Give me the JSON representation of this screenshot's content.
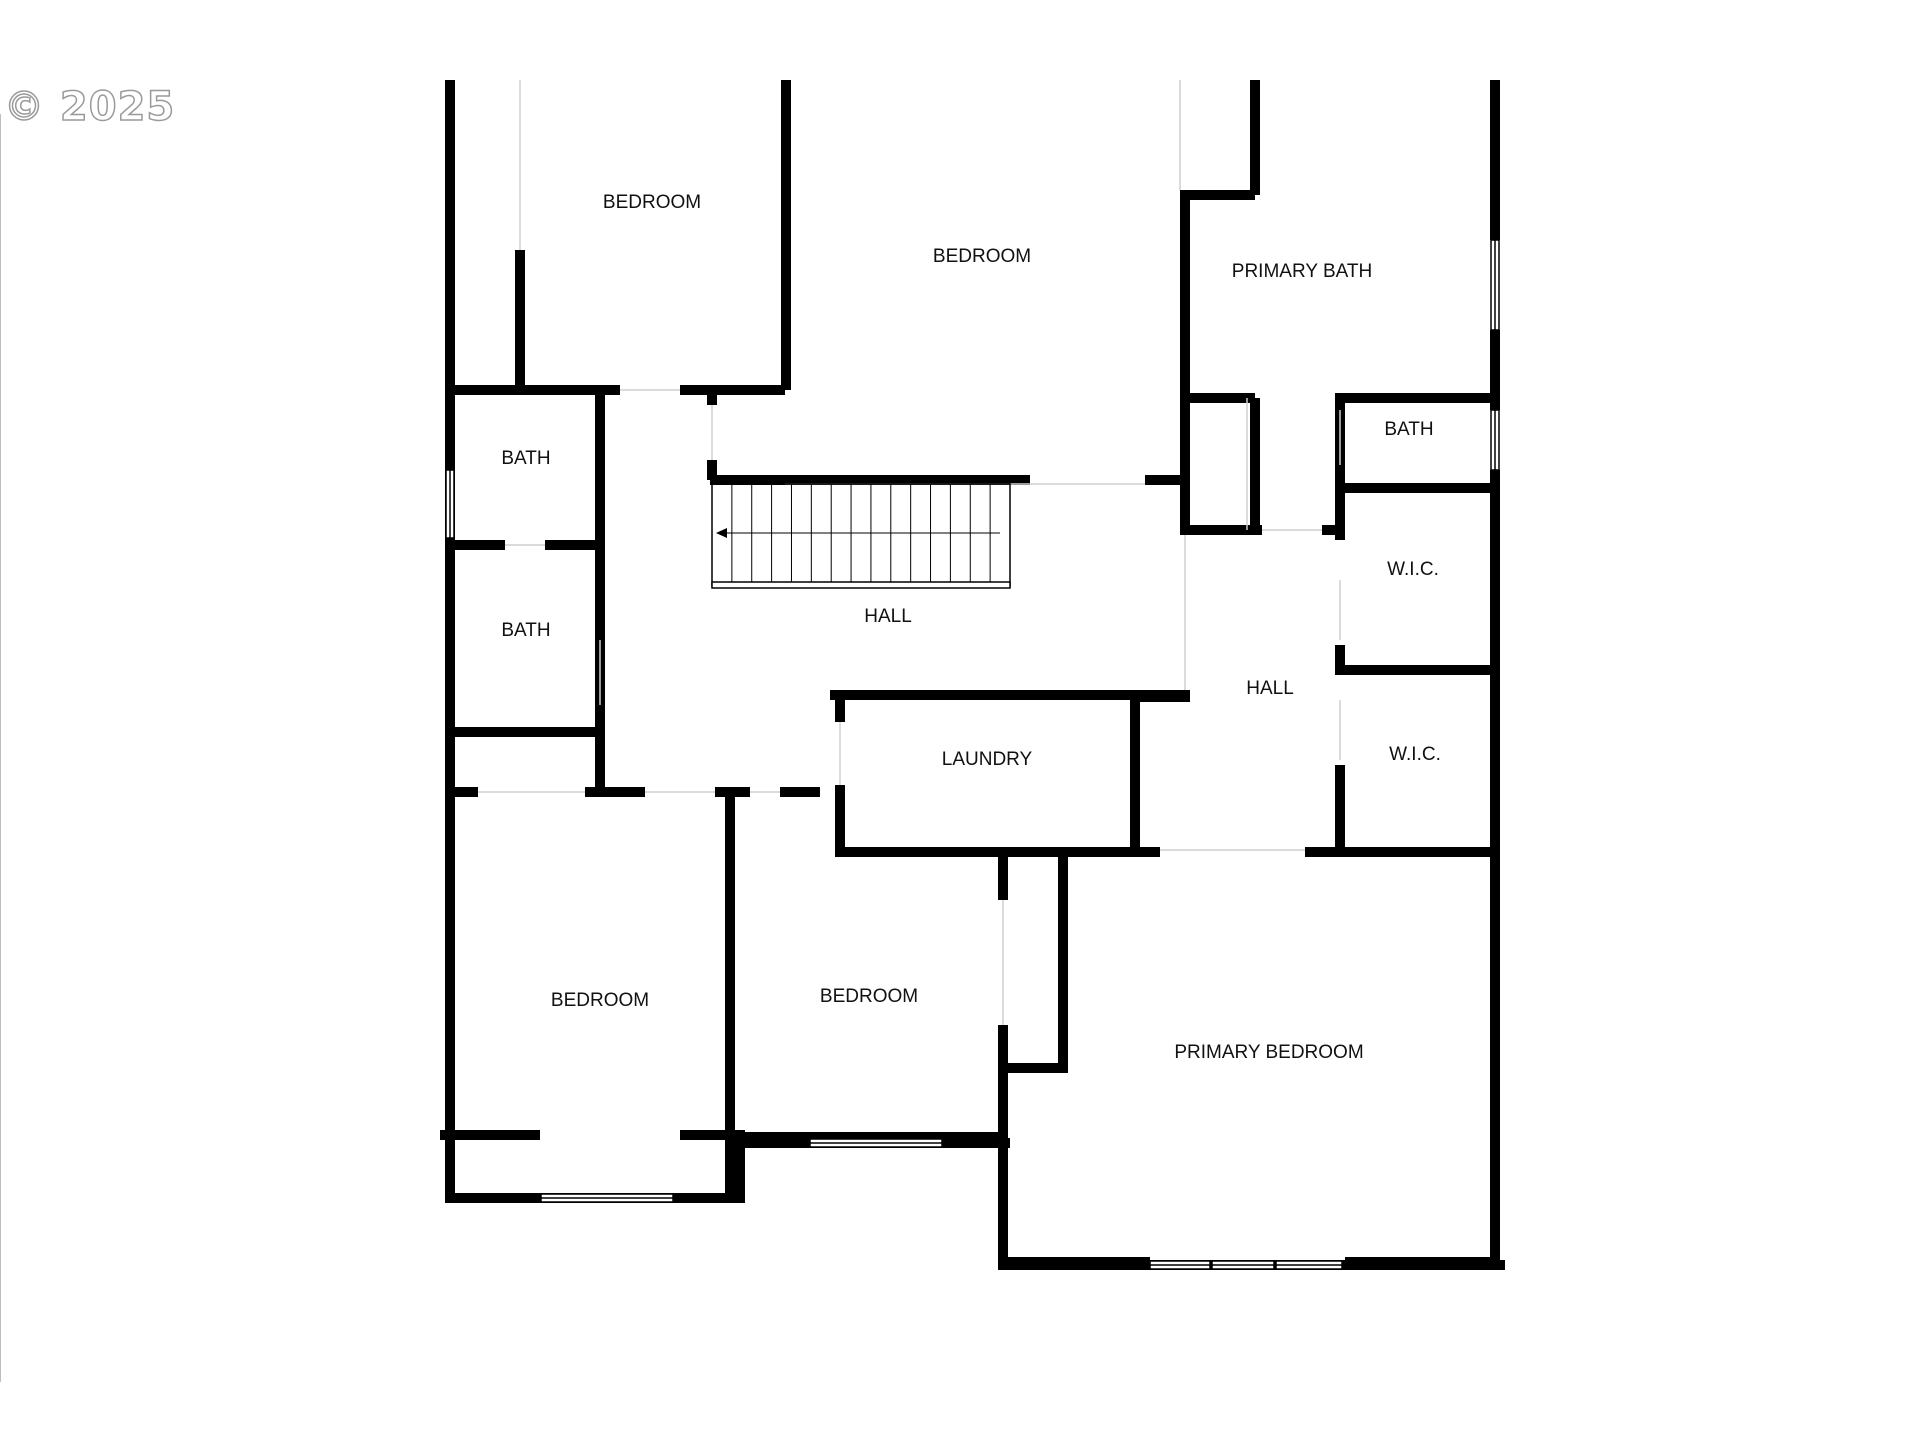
{
  "watermark": {
    "text": "© 2025"
  },
  "colors": {
    "wall": "#000000",
    "opening": "#cfcfcf",
    "background": "#ffffff"
  },
  "rooms": {
    "bedroom_top_left": "BEDROOM",
    "bedroom_top_center": "BEDROOM",
    "primary_bath": "PRIMARY BATH",
    "bath_upper_left": "BATH",
    "bath_lower_left": "BATH",
    "bath_right": "BATH",
    "hall_center": "HALL",
    "hall_right": "HALL",
    "wic_upper": "W.I.C.",
    "wic_lower": "W.I.C.",
    "laundry": "LAUNDRY",
    "bedroom_bottom_left": "BEDROOM",
    "bedroom_bottom_center": "BEDROOM",
    "primary_bedroom": "PRIMARY BEDROOM"
  }
}
